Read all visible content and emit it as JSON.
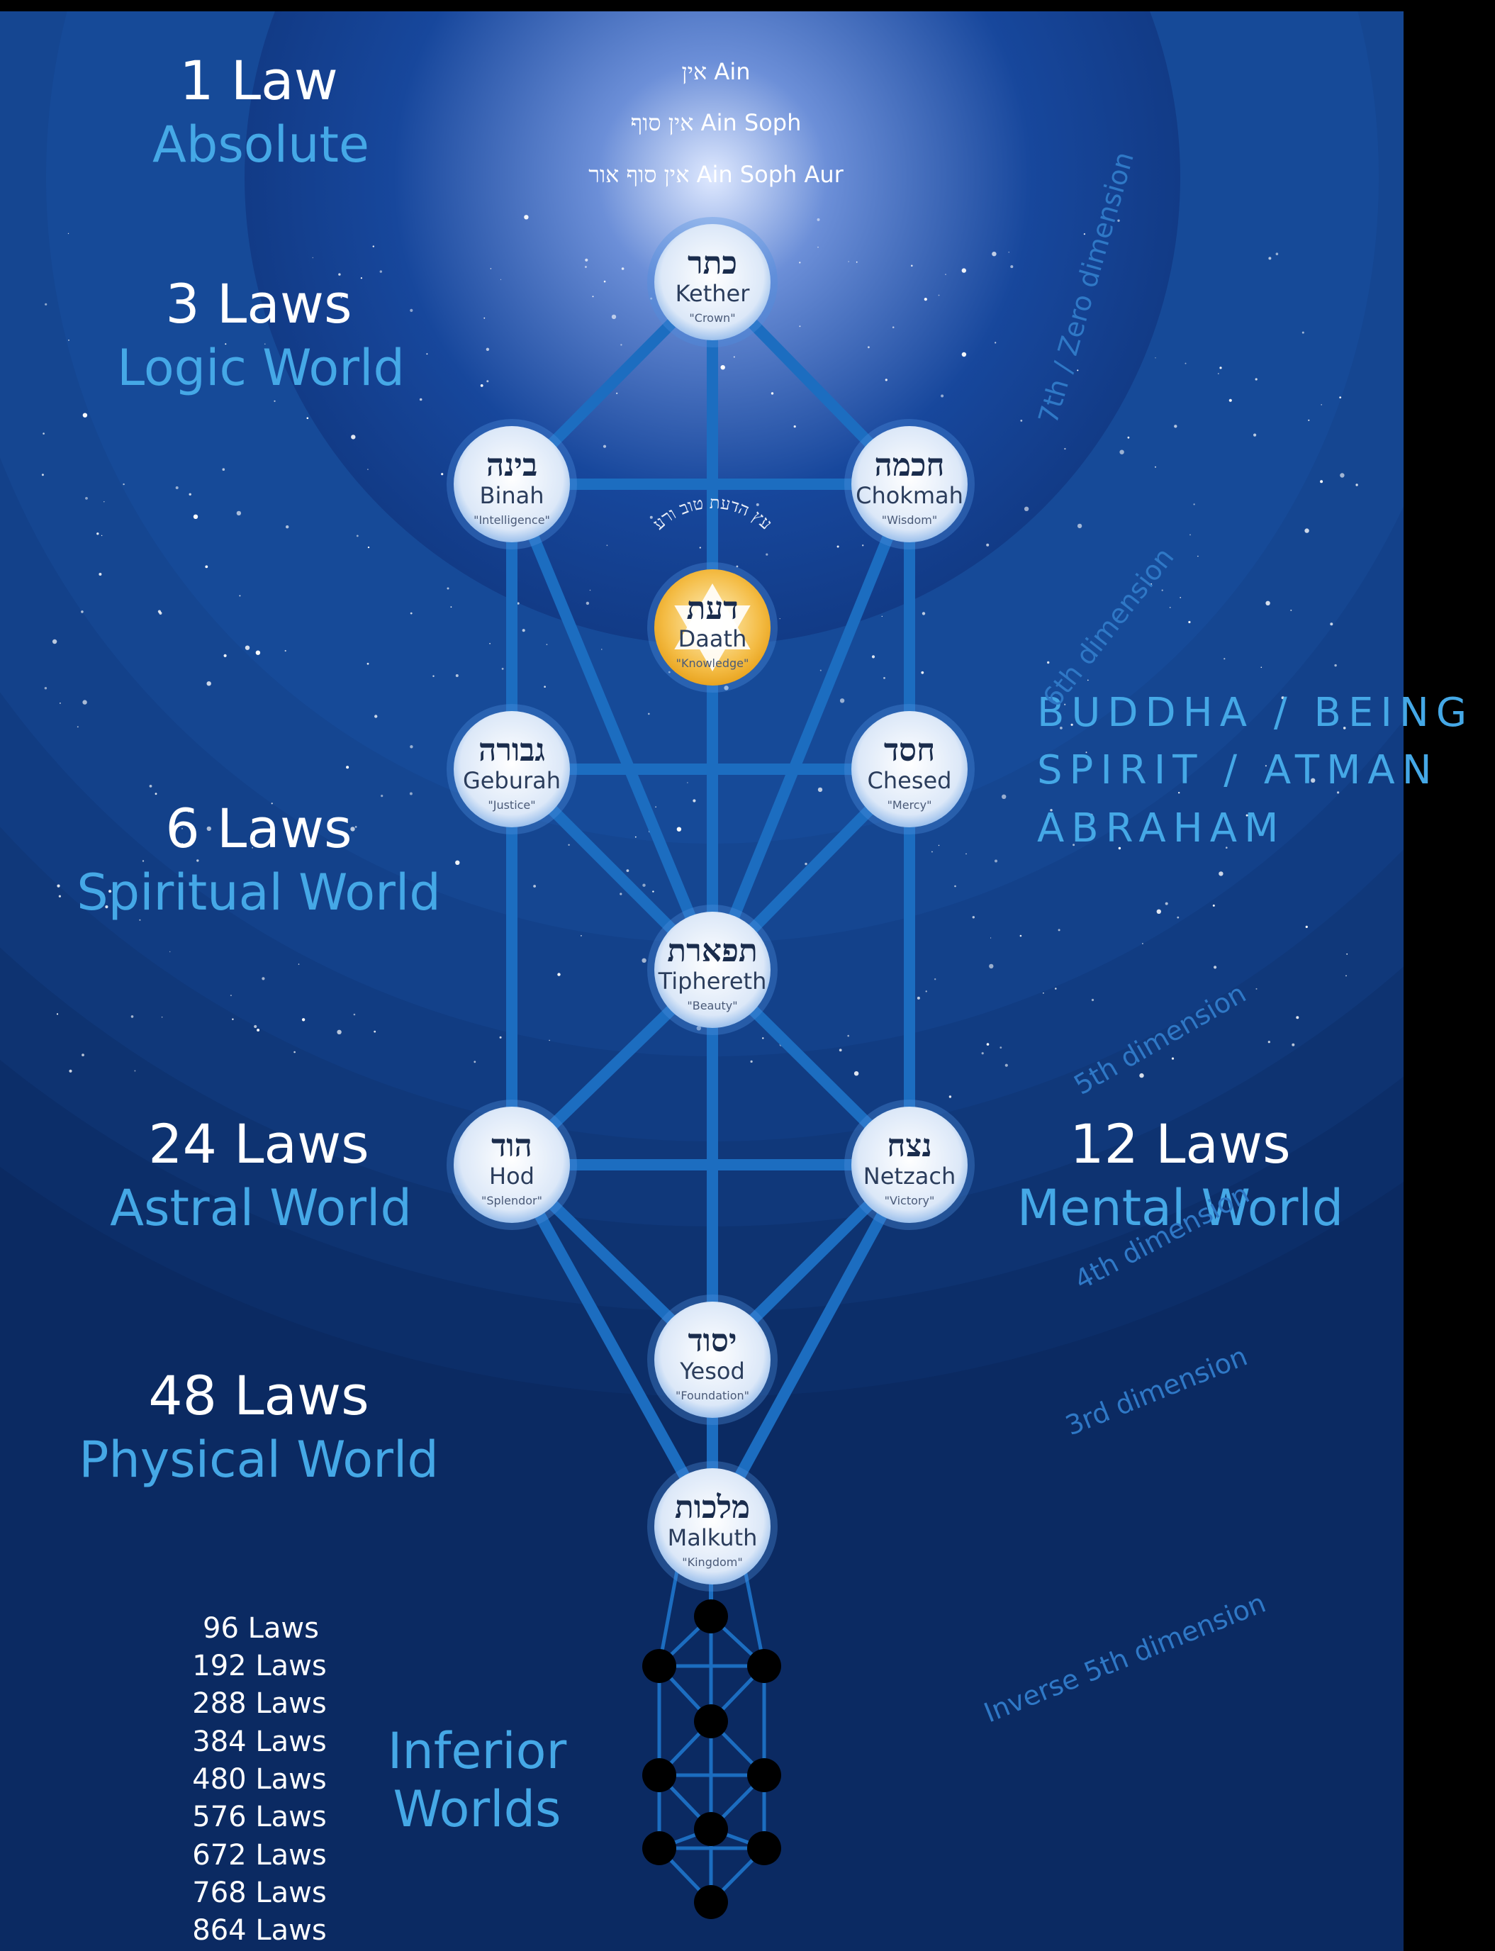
{
  "colors": {
    "background": "#000000",
    "panel": "#0a2a63",
    "accent_text": "#45a8e6",
    "white_text": "#ffffff",
    "path": "#1c6dc0",
    "sphere": "#dde9f8",
    "daath": "#f4b83a",
    "dimension_text": "#2f78c6"
  },
  "ain_lines": [
    {
      "hebrew": "אין",
      "latin": "Ain"
    },
    {
      "hebrew": "אין סוף",
      "latin": "Ain Soph"
    },
    {
      "hebrew": "אין סוף אור",
      "latin": "Ain Soph Aur"
    }
  ],
  "world_labels": [
    {
      "id": "absolute",
      "laws": "1 Law",
      "world": "Absolute"
    },
    {
      "id": "logic",
      "laws": "3 Laws",
      "world": "Logic World"
    },
    {
      "id": "spiritual",
      "laws": "6 Laws",
      "world": "Spiritual World"
    },
    {
      "id": "astral",
      "laws": "24 Laws",
      "world": "Astral World"
    },
    {
      "id": "mental",
      "laws": "12 Laws",
      "world": "Mental World"
    },
    {
      "id": "physical",
      "laws": "48 Laws",
      "world": "Physical World"
    }
  ],
  "being_labels": [
    "BUDDHA / BEING",
    "SPIRIT / ATMAN",
    "ABRAHAM"
  ],
  "dimension_labels": [
    "7th / Zero dimension",
    "6th dimension",
    "5th dimension",
    "4th dimension",
    "3rd dimension",
    "Inverse 5th dimension"
  ],
  "sephiroth": [
    {
      "id": "kether",
      "hebrew": "כתר",
      "name": "Kether",
      "meaning": "\"Crown\""
    },
    {
      "id": "binah",
      "hebrew": "בינה",
      "name": "Binah",
      "meaning": "\"Intelligence\""
    },
    {
      "id": "chokmah",
      "hebrew": "חכמה",
      "name": "Chokmah",
      "meaning": "\"Wisdom\""
    },
    {
      "id": "daath",
      "hebrew": "דעת",
      "name": "Daath",
      "meaning": "\"Knowledge\""
    },
    {
      "id": "geburah",
      "hebrew": "גבורה",
      "name": "Geburah",
      "meaning": "\"Justice\""
    },
    {
      "id": "chesed",
      "hebrew": "חסד",
      "name": "Chesed",
      "meaning": "\"Mercy\""
    },
    {
      "id": "tiphereth",
      "hebrew": "תפארת",
      "name": "Tiphereth",
      "meaning": "\"Beauty\""
    },
    {
      "id": "hod",
      "hebrew": "הוד",
      "name": "Hod",
      "meaning": "\"Splendor\""
    },
    {
      "id": "netzach",
      "hebrew": "נצח",
      "name": "Netzach",
      "meaning": "\"Victory\""
    },
    {
      "id": "yesod",
      "hebrew": "יסוד",
      "name": "Yesod",
      "meaning": "\"Foundation\""
    },
    {
      "id": "malkuth",
      "hebrew": "מלכות",
      "name": "Malkuth",
      "meaning": "\"Kingdom\""
    }
  ],
  "daath_arc_text": "עץ הדעת טוב ורע",
  "inferior_laws": [
    "96 Laws",
    "192 Laws",
    "288 Laws",
    "384 Laws",
    "480 Laws",
    "576 Laws",
    "672 Laws",
    "768 Laws",
    "864 Laws"
  ],
  "inferior_worlds_label": [
    "Inferior",
    "Worlds"
  ]
}
